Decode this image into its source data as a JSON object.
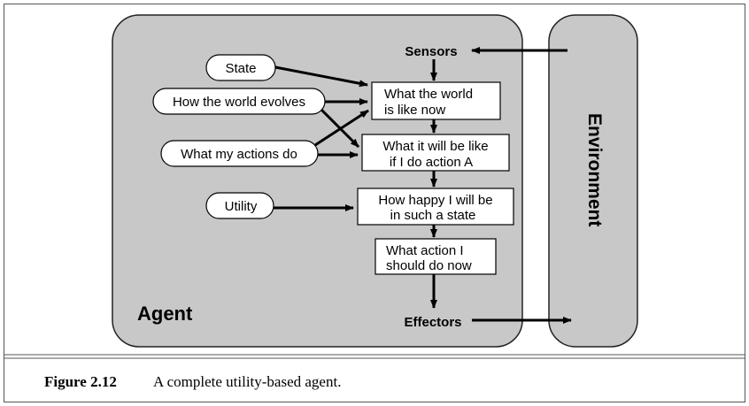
{
  "diagram": {
    "agent_label": "Agent",
    "environment_label": "Environment",
    "sensors_label": "Sensors",
    "effectors_label": "Effectors",
    "ovals": {
      "state": "State",
      "world_evolves": "How the world evolves",
      "actions_do": "What my actions do",
      "utility": "Utility"
    },
    "boxes": {
      "world_now": [
        "What the world",
        "is like now"
      ],
      "action_a": [
        "What it will be like",
        "if I do action A"
      ],
      "how_happy": [
        "How happy I will be",
        "in such a state"
      ],
      "what_action": [
        "What action I",
        "should do now"
      ]
    }
  },
  "caption": {
    "number": "Figure 2.12",
    "text": "A complete utility-based agent."
  },
  "colors": {
    "panel_fill": "#c8c8c8",
    "panel_stroke": "#222222",
    "line": "#000000",
    "box_fill": "#ffffff"
  }
}
